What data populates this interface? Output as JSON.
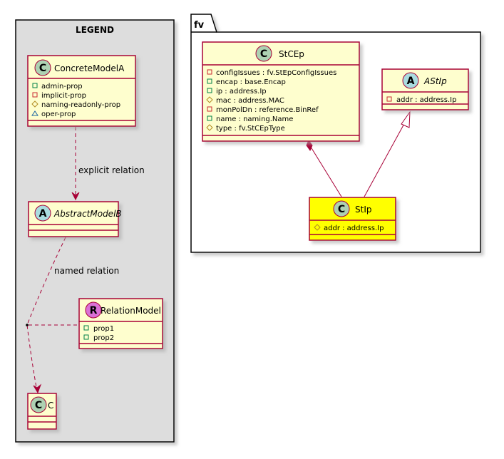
{
  "legend": {
    "title": "LEGEND",
    "concrete_model": {
      "stereotype": "C",
      "name": "ConcreteModelA",
      "props": [
        {
          "visibility": "public",
          "text": "admin-prop"
        },
        {
          "visibility": "private",
          "text": "implicit-prop"
        },
        {
          "visibility": "protected",
          "text": "naming-readonly-prop"
        },
        {
          "visibility": "package",
          "text": "oper-prop"
        }
      ]
    },
    "abstract_model": {
      "stereotype": "A",
      "name": "AbstractModelB"
    },
    "relation_model": {
      "stereotype": "R",
      "name": "RelationModel",
      "props": [
        {
          "visibility": "public",
          "text": "prop1"
        },
        {
          "visibility": "public",
          "text": "prop2"
        }
      ]
    },
    "c_model": {
      "stereotype": "C",
      "name": "C"
    },
    "explicit_relation_label": "explicit relation",
    "named_relation_label": "named relation"
  },
  "package": {
    "name": "fv",
    "stcep": {
      "stereotype": "C",
      "name": "StCEp",
      "props": [
        {
          "visibility": "private",
          "text": "configIssues : fv.StEpConfigIssues"
        },
        {
          "visibility": "public",
          "text": "encap : base.Encap"
        },
        {
          "visibility": "public",
          "text": "ip : address.Ip"
        },
        {
          "visibility": "protected",
          "text": "mac : address.MAC"
        },
        {
          "visibility": "private",
          "text": "monPolDn : reference.BinRef"
        },
        {
          "visibility": "public",
          "text": "name : naming.Name"
        },
        {
          "visibility": "protected",
          "text": "type : fv.StCEpType"
        }
      ]
    },
    "astip": {
      "stereotype": "A",
      "name": "AStIp",
      "props": [
        {
          "visibility": "private",
          "text": "addr : address.Ip"
        }
      ]
    },
    "stip": {
      "stereotype": "C",
      "name": "StIp",
      "props": [
        {
          "visibility": "protected",
          "text": "addr : address.Ip"
        }
      ]
    }
  },
  "colors": {
    "class_fill": "#FEFECE",
    "class_border": "#A80036",
    "highlight_fill": "#FFFF00",
    "legend_bg": "#DDDDDD",
    "circle_c": "#ADD1B2",
    "circle_a": "#A9DCDF",
    "circle_r": "#DA70D6",
    "public": "#038048",
    "private": "#C82930",
    "protected": "#B38D22",
    "package": "#1963A0"
  }
}
